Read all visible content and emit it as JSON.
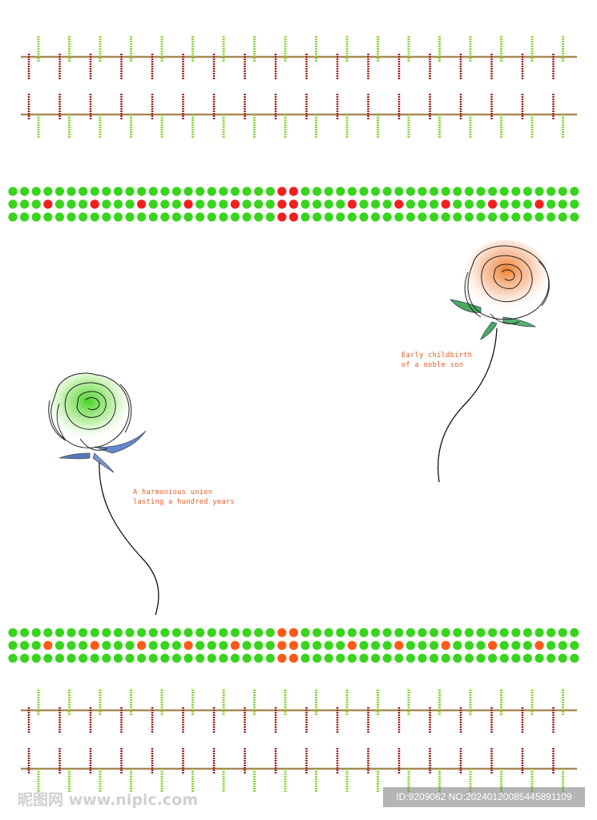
{
  "captions": {
    "left": {
      "line1": "A harmonious union",
      "line2": "lasting a hundred years"
    },
    "right": {
      "line1": "Early childbirth",
      "line2": "of a noble son"
    }
  },
  "watermark": {
    "site": "昵图网 www.nipic.com",
    "id_text": "ID:9209062 NO:20240120085445891109"
  },
  "palette": {
    "caption_color": "#e8571f",
    "tick_red": "#9c1b1b",
    "tick_green": "#8ed63a",
    "tick_line": "#a88a55",
    "dot_green": "#39d41e",
    "dot_red": "#f21f1f",
    "dot_orange": "#fb5a18",
    "rose_green": "#3fd21f",
    "rose_orange": "#f07a24",
    "leaf_blue": "#2c57a8",
    "leaf_green": "#2f9a47"
  },
  "icons": {
    "rose_left": "green-rose-icon",
    "rose_right": "orange-rose-icon"
  }
}
